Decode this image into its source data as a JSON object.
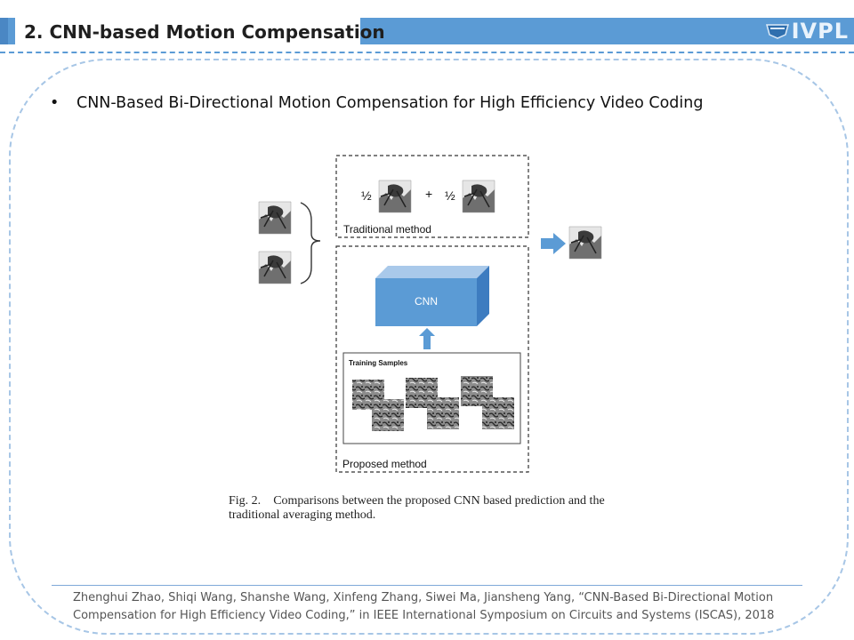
{
  "header": {
    "title": "2. CNN-based Motion Compensation",
    "logo_text": "IVPL"
  },
  "bullet": {
    "text": "CNN-Based Bi-Directional Motion Compensation for High Efficiency Video Coding"
  },
  "figure": {
    "half_left": "½",
    "plus": "+",
    "half_right": "½",
    "traditional_label": "Traditional method",
    "cnn_label": "CNN",
    "training_label": "Training Samples",
    "proposed_label": "Proposed method"
  },
  "caption": {
    "fig_num": "Fig. 2.",
    "text": "Comparisons between the proposed CNN based prediction and the traditional averaging method."
  },
  "reference": {
    "line1": "Zhenghui Zhao, Shiqi Wang, Shanshe Wang, Xinfeng Zhang, Siwei Ma, Jiansheng Yang, “CNN-Based Bi-Directional Motion",
    "line2": "Compensation for High Efficiency Video Coding,” in IEEE International Symposium on Circuits and Systems (ISCAS), 2018"
  },
  "colors": {
    "accent": "#5b9bd5",
    "cnn_front": "#5b9bd5",
    "cnn_top": "#a9c9ea",
    "cnn_side": "#3d7cc0"
  }
}
